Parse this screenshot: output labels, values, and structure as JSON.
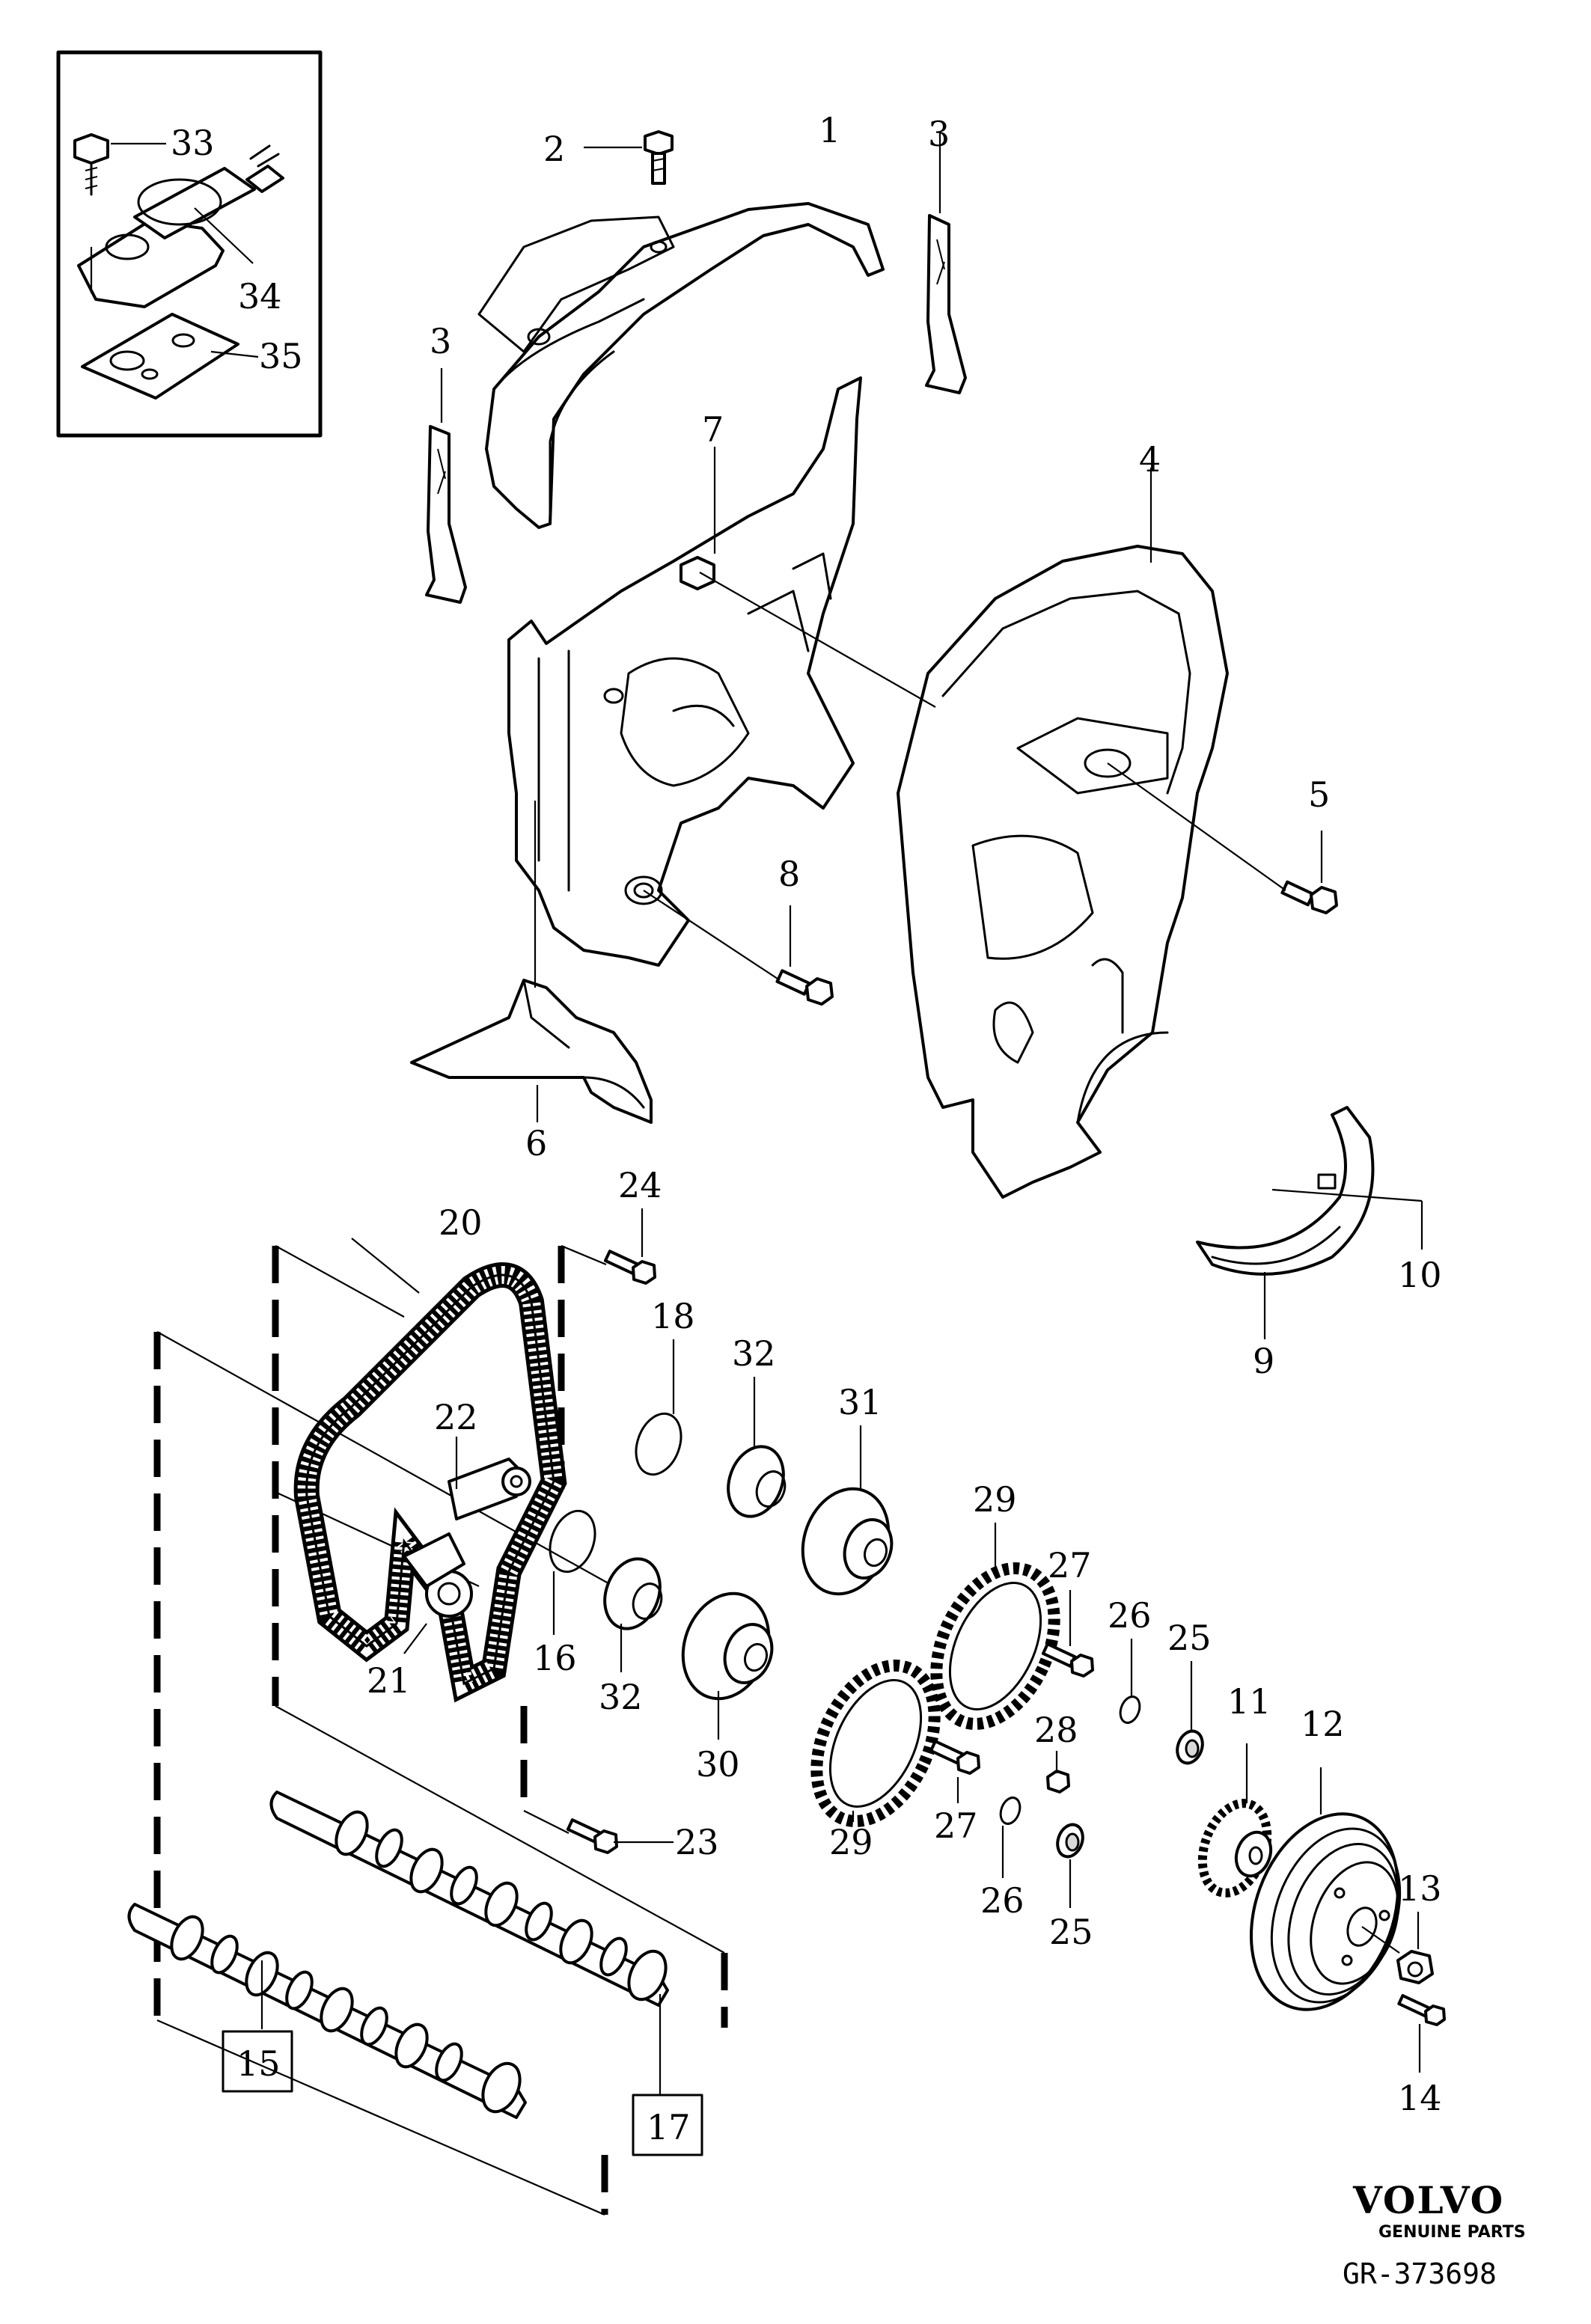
{
  "callouts": [
    "1",
    "2",
    "3",
    "3",
    "4",
    "5",
    "6",
    "7",
    "8",
    "9",
    "10",
    "11",
    "12",
    "13",
    "14",
    "15",
    "16",
    "17",
    "18",
    "20",
    "21",
    "22",
    "23",
    "24",
    "25",
    "25",
    "26",
    "26",
    "27",
    "27",
    "28",
    "29",
    "29",
    "30",
    "31",
    "32",
    "32",
    "33",
    "34",
    "35"
  ],
  "brand": {
    "name": "VOLVO",
    "tagline": "GENUINE PARTS",
    "reference": "GR-373698"
  }
}
